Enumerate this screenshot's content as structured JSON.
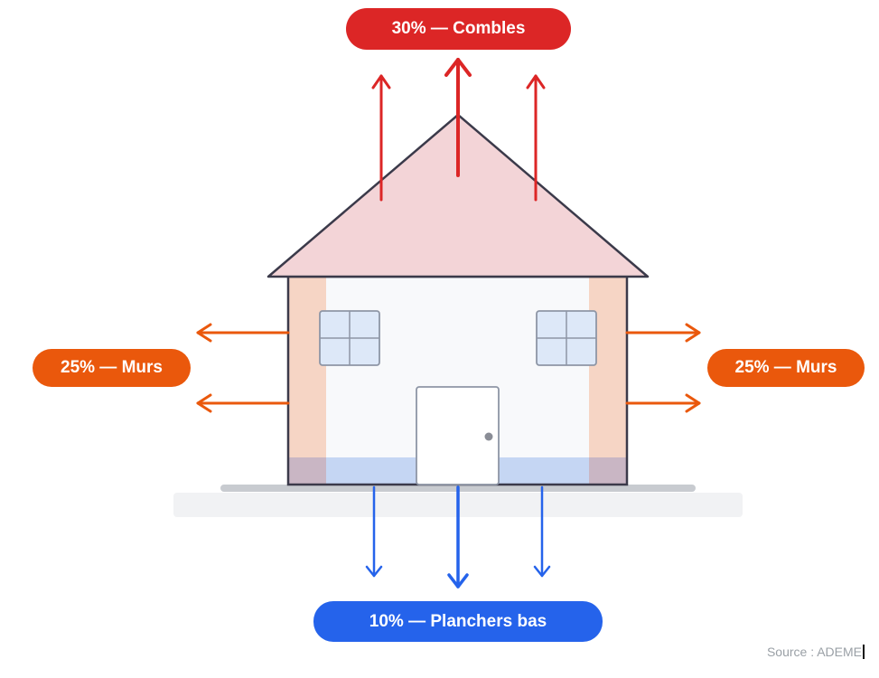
{
  "labels": {
    "roof": "30% — Combles",
    "wall_left": "25% — Murs",
    "wall_right": "25% — Murs",
    "floor": "10% — Planchers bas"
  },
  "source": "Source : ADEME",
  "colors": {
    "roof": "#dc2626",
    "walls": "#ea580c",
    "floor": "#2563eb",
    "roof_fill": "#f3d4d7",
    "wall_fill": "#f6d5c5",
    "house_body": "#f8f9fb",
    "floor_fill": "#c5d6f3",
    "outline": "#3b3a4a",
    "window_fill": "#dde8f8",
    "window_frame": "#8e96a6",
    "ground_slab": "#f1f2f4",
    "ground_line": "#c8cbd0"
  }
}
